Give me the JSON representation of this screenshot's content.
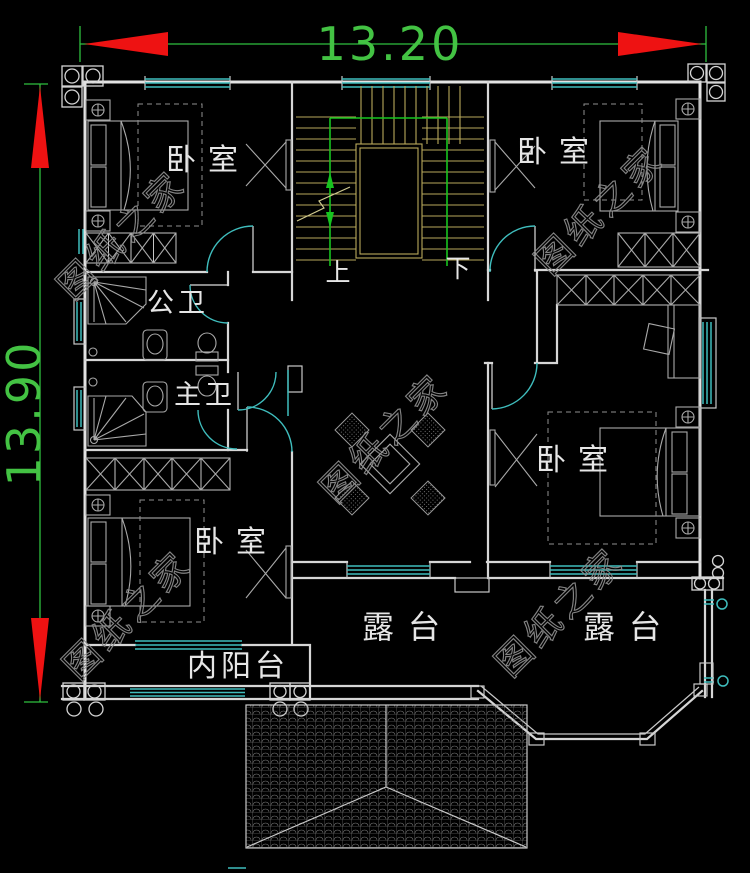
{
  "dimensions": {
    "horizontal": "13.20",
    "vertical": "13.90"
  },
  "rooms": {
    "bedroom_top_left": {
      "label": "卧室"
    },
    "bedroom_top_right": {
      "label": "卧室"
    },
    "bedroom_bottom_left": {
      "label": "卧室"
    },
    "bedroom_right": {
      "label": "卧室"
    },
    "public_bathroom": {
      "label": "公卫"
    },
    "master_bathroom": {
      "label": "主卫"
    },
    "terrace_left": {
      "label": "露台"
    },
    "terrace_right": {
      "label": "露台"
    },
    "inner_balcony": {
      "label": "内阳台"
    }
  },
  "stairs": {
    "up": "上",
    "down": "下"
  },
  "watermark": "图纸之家",
  "colors": {
    "background": "#000000",
    "wall": "#e2e2e2",
    "furniture": "#a9a9a9",
    "window": "#3fbdbd",
    "stair": "#b9a95c",
    "dimension_line": "#2fbf3f",
    "dimension_text": "#43c243",
    "dimension_arrow": "#ee1212",
    "stair_direction_arrow": "#17c41f",
    "room_label": "#e6e6e6",
    "watermark": "#8a8a8a"
  }
}
